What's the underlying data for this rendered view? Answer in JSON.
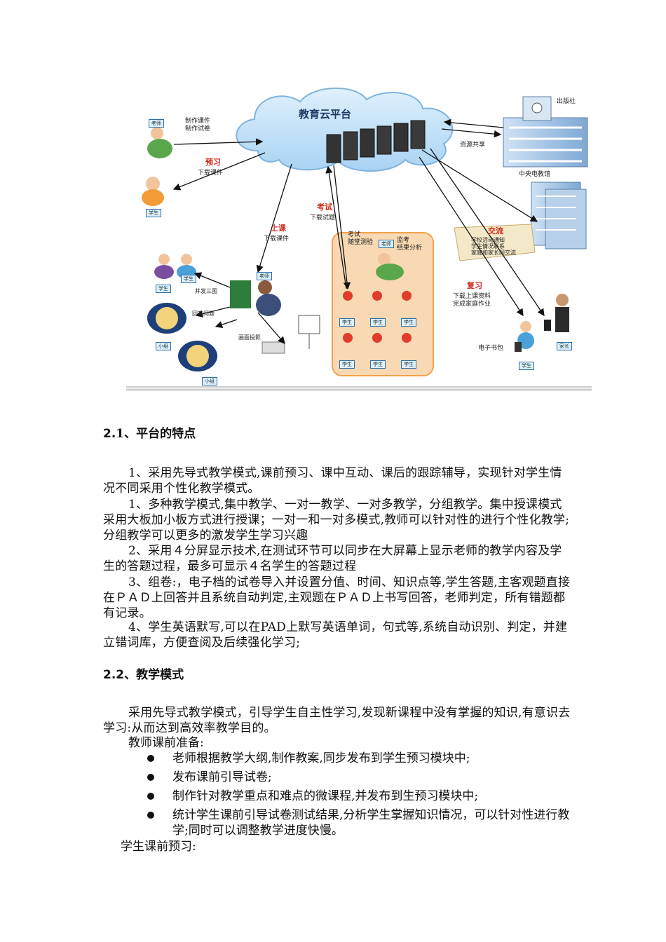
{
  "figure": {
    "cloud_title": "教育云平台",
    "labels": {
      "make": "制作课件\n制作试卷",
      "preview_title": "预习",
      "preview_sub": "下载课件",
      "class_title": "上课",
      "class_sub": "下载课件",
      "exam_title": "考试",
      "exam_sub": "下载试题",
      "exam_box_left": "考试\n随堂测验",
      "exam_box_right": "监考\n结果分析",
      "share": "资源共享",
      "publisher": "出版社",
      "tv_library": "中央电教馆",
      "exchange_title": "交流",
      "exchange_sub": "学校活动通知\n学生情况联系\n家庭和家长间交流",
      "review_title": "复习",
      "review_sub": "下载上课资料\n完成家庭作业",
      "ebag": "电子书包",
      "screen": "并发三图",
      "answer": "回答问题",
      "projector": "画面投影"
    },
    "badges": {
      "teacher": "老师",
      "student": "学生",
      "group": "小组",
      "parent": "家长"
    }
  },
  "s21": {
    "heading_num": "2.",
    "heading_rest": "1、平台的特点",
    "p1": "1、采用先导式教学模式,课前预习、课中互动、课后的跟踪辅导，实现针对学生情况不同采用个性化教学模式。",
    "p2": "1、多种教学模式,集中教学、一对一教学、一对多教学，分组教学。集中授课模式采用大板加小板方式进行授课；一对一和一对多模式,教师可以针对性的进行个性化教学;分组教学可以更多的激发学生学习兴趣",
    "p3": "2、采用４分屏显示技术,在测试环节可以同步在大屏幕上显示老师的教学内容及学生的答题过程，最多可显示４名学生的答题过程",
    "p4": "3、组卷:，电子档的试卷导入并设置分值、时间、知识点等,学生答题,主客观题直接在ＰＡＤ上回答并且系统自动判定,主观题在ＰＡＤ上书写回答，老师判定，所有错题都有记录。",
    "p5": "4、学生英语默写,可以在PAD上默写英语单词，句式等,系统自动识别、判定，并建立错词库，方便查阅及后续强化学习;"
  },
  "s22": {
    "heading": "2.2、教学模式",
    "p1": "采用先导式教学模式，引导学生自主性学习,发现新课程中没有掌握的知识,有意识去学习:从而达到高效率教学目的。",
    "prep_label": "教师课前准备:",
    "bullets": [
      "老师根据教学大纲,制作教案,同步发布到学生预习模块中;",
      "发布课前引导试卷;",
      "制作针对教学重点和难点的微课程,并发布到生预习模块中;",
      "统计学生课前引导试卷测试结果,分析学生掌握知识情况，可以针对性进行教学;同时可以调整教学进度快慢。"
    ],
    "student_label": "学生课前预习:"
  }
}
